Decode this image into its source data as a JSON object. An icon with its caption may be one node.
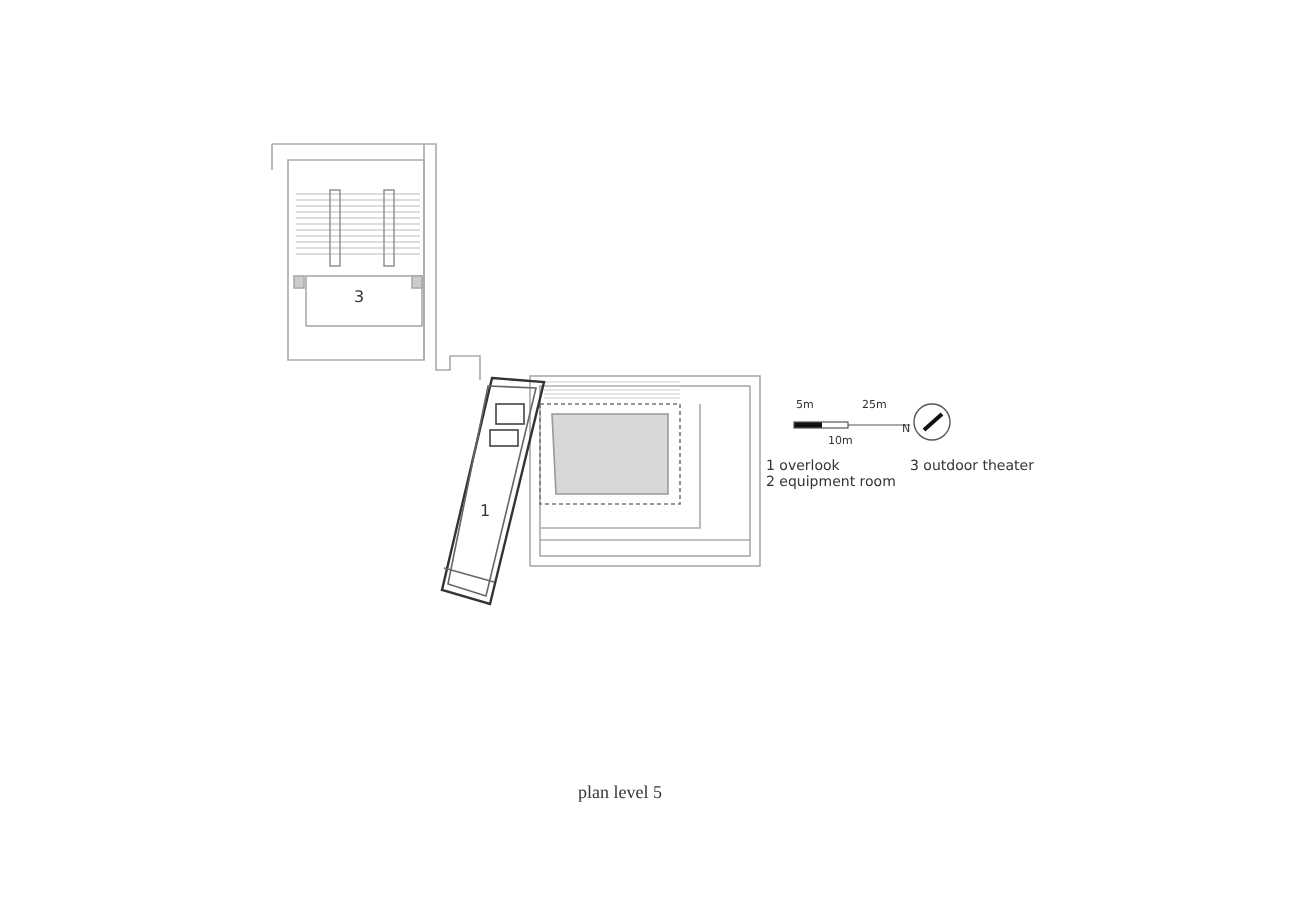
{
  "diagram": {
    "caption": "plan level 5",
    "labels": [
      "3",
      "1",
      "5m",
      "25m",
      "10m",
      "N",
      "1 overlook",
      "2 equipment room",
      "3 outdoor theater"
    ]
  }
}
